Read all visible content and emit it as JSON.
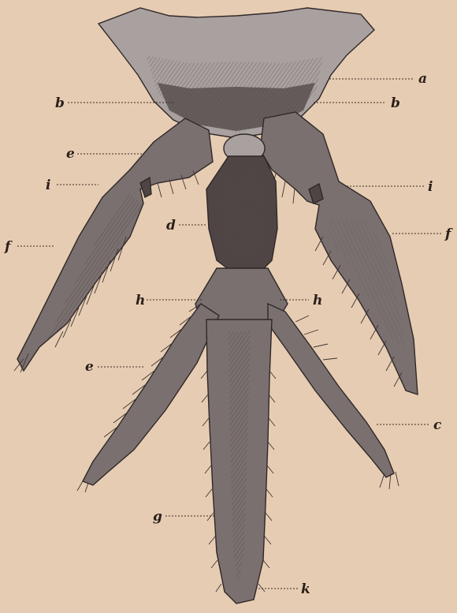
{
  "figure": {
    "labels": {
      "a": "a",
      "b_left": "b",
      "b_right": "b",
      "e_upper": "e",
      "i_left": "i",
      "i_right": "i",
      "d": "d",
      "f_left": "f",
      "f_right": "f",
      "h_left": "h",
      "h_right": "h",
      "e_lower": "e",
      "c": "c",
      "g": "g",
      "k": "k"
    },
    "colors": {
      "paper": "#e6ccb2",
      "ink": "#2a1f1a",
      "shading_dark": "#4f4545",
      "shading_mid": "#7b7070",
      "shading_light": "#a9a0a0"
    }
  }
}
